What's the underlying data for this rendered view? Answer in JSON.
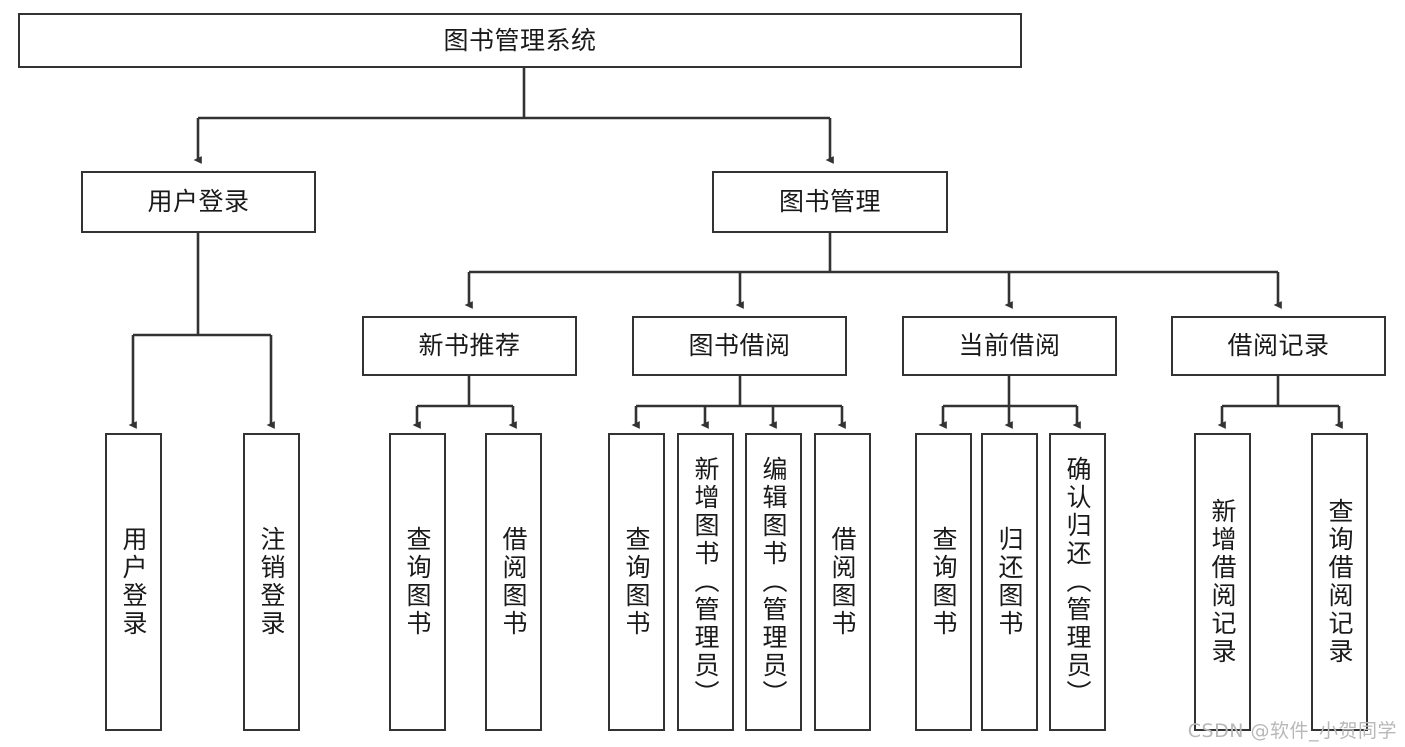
{
  "diagram": {
    "type": "hierarchy-tree",
    "title": "图书管理系统",
    "root": {
      "label": "图书管理系统"
    },
    "level2": [
      {
        "label": "用户登录"
      },
      {
        "label": "图书管理"
      }
    ],
    "level3": [
      {
        "label": "新书推荐"
      },
      {
        "label": "图书借阅"
      },
      {
        "label": "当前借阅"
      },
      {
        "label": "借阅记录"
      }
    ],
    "leaves": {
      "user_login": [
        {
          "label": "用户登录"
        },
        {
          "label": "注销登录"
        }
      ],
      "new_book_recommend": [
        {
          "label": "查询图书"
        },
        {
          "label": "借阅图书"
        }
      ],
      "book_borrow": [
        {
          "label": "查询图书"
        },
        {
          "label": "新增图书（管理员）"
        },
        {
          "label": "编辑图书（管理员）"
        },
        {
          "label": "借阅图书"
        }
      ],
      "current_borrow": [
        {
          "label": "查询图书"
        },
        {
          "label": "归还图书"
        },
        {
          "label": "确认归还（管理员）"
        }
      ],
      "borrow_record": [
        {
          "label": "新增借阅记录"
        },
        {
          "label": "查询借阅记录"
        }
      ]
    }
  },
  "watermark": {
    "text": "CSDN @软件_小贺同学"
  },
  "colors": {
    "box_border": "#333333",
    "box_fill": "#ffffff",
    "connector": "#333333",
    "text": "#1a1a1a",
    "watermark": "#b8b8b8"
  }
}
